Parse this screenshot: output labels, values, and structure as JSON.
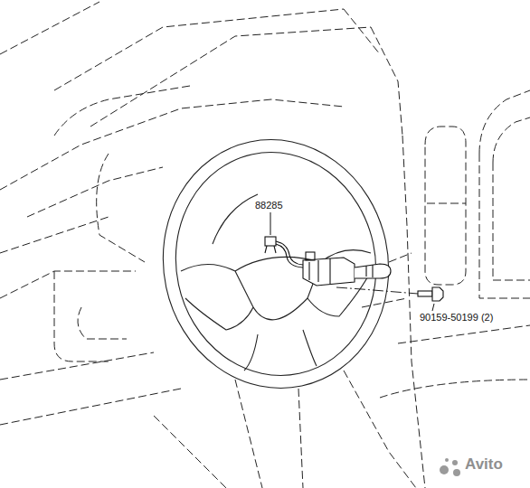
{
  "diagram": {
    "labels": [
      "88285",
      "90159-50199 (2)",
      "Avito"
    ]
  }
}
